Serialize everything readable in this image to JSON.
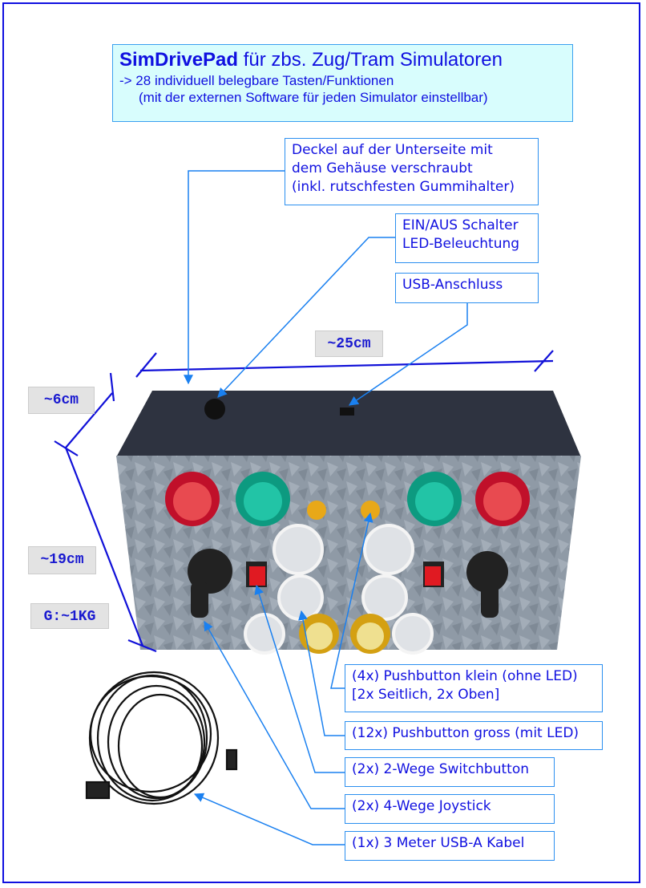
{
  "title": {
    "brand": "SimDrivePad",
    "headline_rest": " für zbs. Zug/Tram Simulatoren",
    "line1": "-> 28 individuell belegbare Tasten/Funktionen",
    "line2": "(mit der externen Software für jeden Simulator einstellbar)"
  },
  "callouts": {
    "cover": [
      "Deckel auf der Unterseite mit",
      "dem Gehäuse verschraubt",
      "(inkl. rutschfesten Gummihalter)"
    ],
    "power": [
      "EIN/AUS Schalter",
      "LED-Beleuchtung"
    ],
    "usb": "USB-Anschluss",
    "small_buttons": [
      "(4x) Pushbutton klein (ohne LED)",
      "[2x Seitlich, 2x Oben]"
    ],
    "big_buttons": "(12x) Pushbutton gross (mit LED)",
    "switch": "(2x) 2-Wege Switchbutton",
    "joystick": "(2x) 4-Wege Joystick",
    "cable": "(1x) 3 Meter USB-A Kabel"
  },
  "dimensions": {
    "width": "~25cm",
    "height": "~6cm",
    "depth": "~19cm",
    "weight": "G:~1KG"
  },
  "colors": {
    "text": "#1010e0",
    "leader": "#1a80f0",
    "dimension_line": "#1010d8"
  }
}
